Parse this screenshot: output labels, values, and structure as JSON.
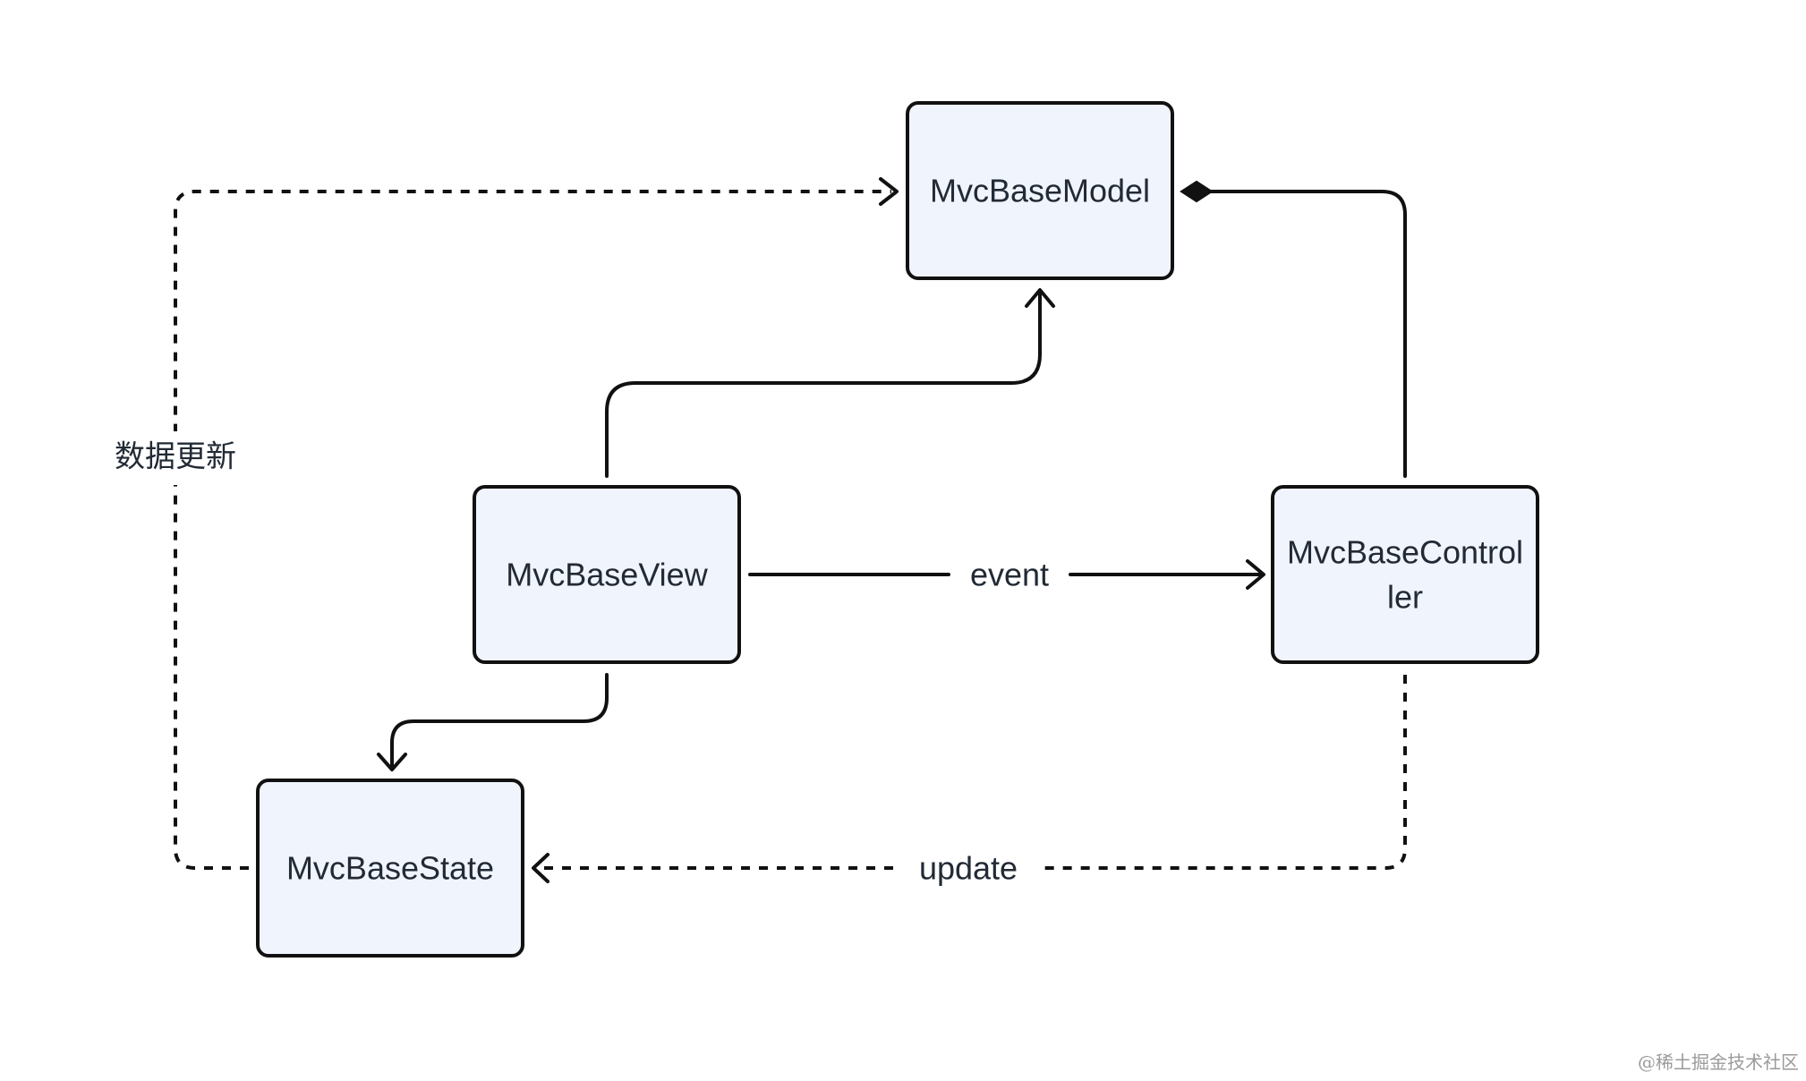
{
  "nodes": {
    "model": {
      "label": "MvcBaseModel"
    },
    "view": {
      "label": "MvcBaseView"
    },
    "controller": {
      "label_line1": "MvcBaseControl",
      "label_line2": "ler"
    },
    "state": {
      "label": "MvcBaseState"
    }
  },
  "edges": {
    "view_to_controller": {
      "label": "event"
    },
    "controller_to_state": {
      "label": "update"
    },
    "state_to_model": {
      "label": "数据更新"
    }
  },
  "watermark": {
    "text": "@稀土掘金技术社区"
  },
  "colors": {
    "node_fill": "#f0f4fd",
    "stroke": "#111111",
    "text": "#222a35"
  }
}
